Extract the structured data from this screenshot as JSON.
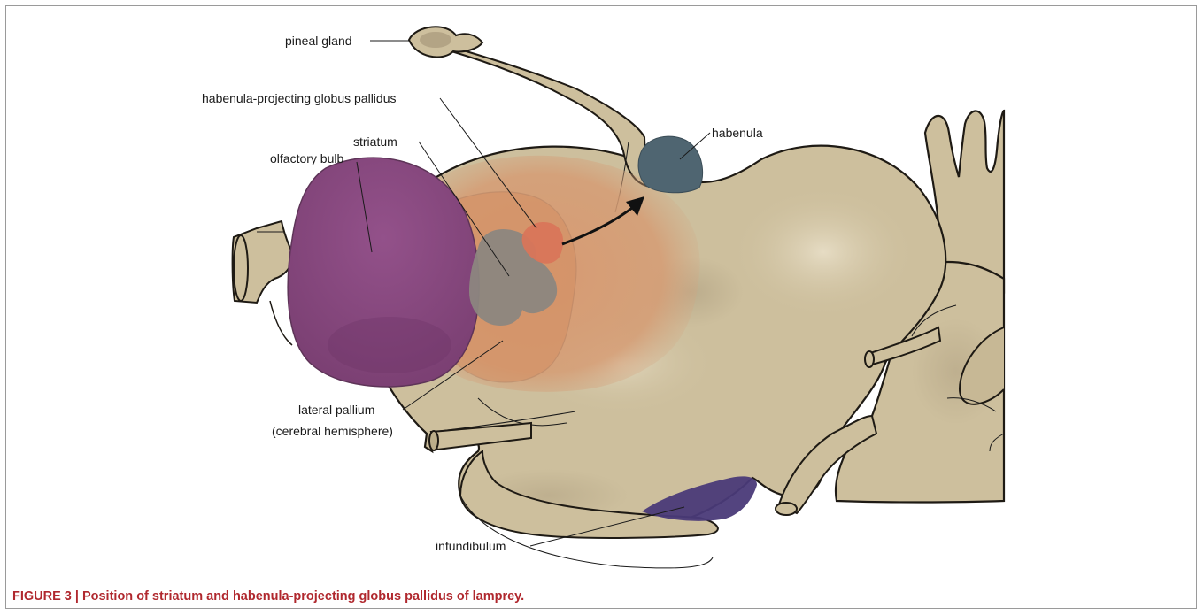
{
  "figure": {
    "labels": {
      "pineal_gland": "pineal gland",
      "habenula_projecting_gp": "habenula-projecting globus pallidus",
      "striatum": "striatum",
      "olfactory_bulb": "olfactory bulb",
      "habenula": "habenula",
      "lateral_pallium_1": "lateral pallium",
      "lateral_pallium_2": "(cerebral hemisphere)",
      "infundibulum": "infundibulum"
    },
    "colors": {
      "brain_tissue": "#cdbf9d",
      "outline": "#1e1a14",
      "olfactory_bulb": "#8b4a7e",
      "pallium": "#d39a72",
      "striatum": "#8c8680",
      "globus_pallidus": "#d9755a",
      "habenula": "#4f6571",
      "infundibulum": "#4a3a78"
    }
  },
  "caption": {
    "number": "FIGURE 3 |",
    "text": "Position of striatum and habenula-projecting globus pallidus of lamprey."
  }
}
